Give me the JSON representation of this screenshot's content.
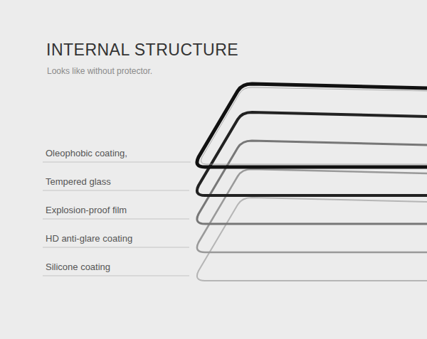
{
  "diagram": {
    "title": "INTERNAL STRUCTURE",
    "caption": "Looks like without protector.",
    "labels": [
      "Oleophobic coating,",
      "Tempered glass",
      "Explosion-proof film",
      "HD anti-glare coating",
      "Silicone coating"
    ]
  }
}
